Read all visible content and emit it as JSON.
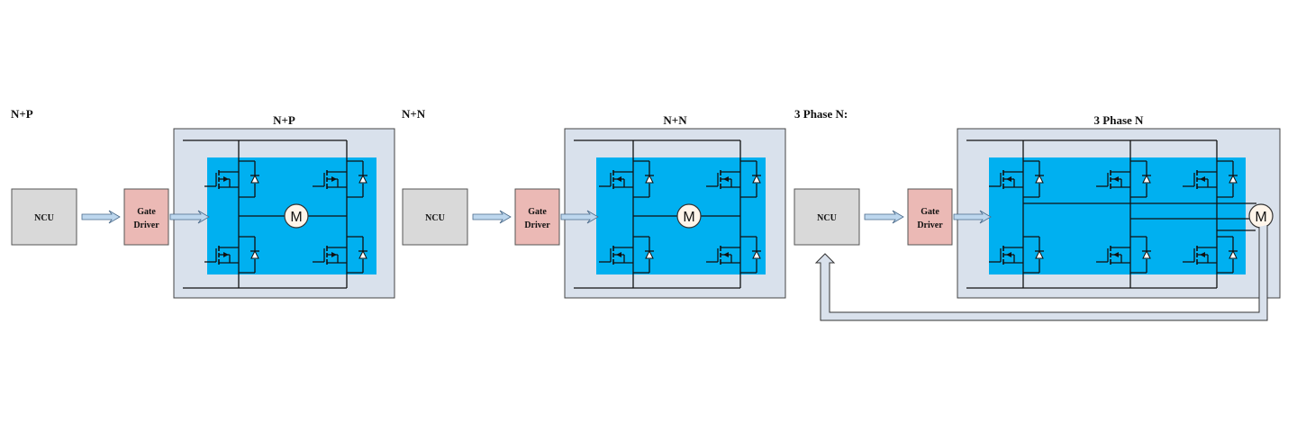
{
  "colors": {
    "outer_box": "#d9e1ec",
    "inner_box": "#00b0f0",
    "ncu": "#d9d9d9",
    "gate_driver": "#ebb9b5",
    "arrow": "#bdd7ee",
    "motor": "#fff5ea",
    "wire": "#111111"
  },
  "diagrams": [
    {
      "section_label": "N+P",
      "box_title": "N+P",
      "ncu_label": "NCU",
      "gate_driver_label": [
        "Gate",
        "Driver"
      ],
      "motor_label": "M",
      "legs": 2,
      "channel": "N+P",
      "feedback": false
    },
    {
      "section_label": "N+N",
      "box_title": "N+N",
      "ncu_label": "NCU",
      "gate_driver_label": [
        "Gate",
        "Driver"
      ],
      "motor_label": "M",
      "legs": 2,
      "channel": "N+N",
      "feedback": false
    },
    {
      "section_label": "3 Phase N:",
      "box_title": "3 Phase N",
      "ncu_label": "NCU",
      "gate_driver_label": [
        "Gate",
        "Driver"
      ],
      "motor_label": "M",
      "legs": 3,
      "channel": "N",
      "feedback": true
    }
  ]
}
